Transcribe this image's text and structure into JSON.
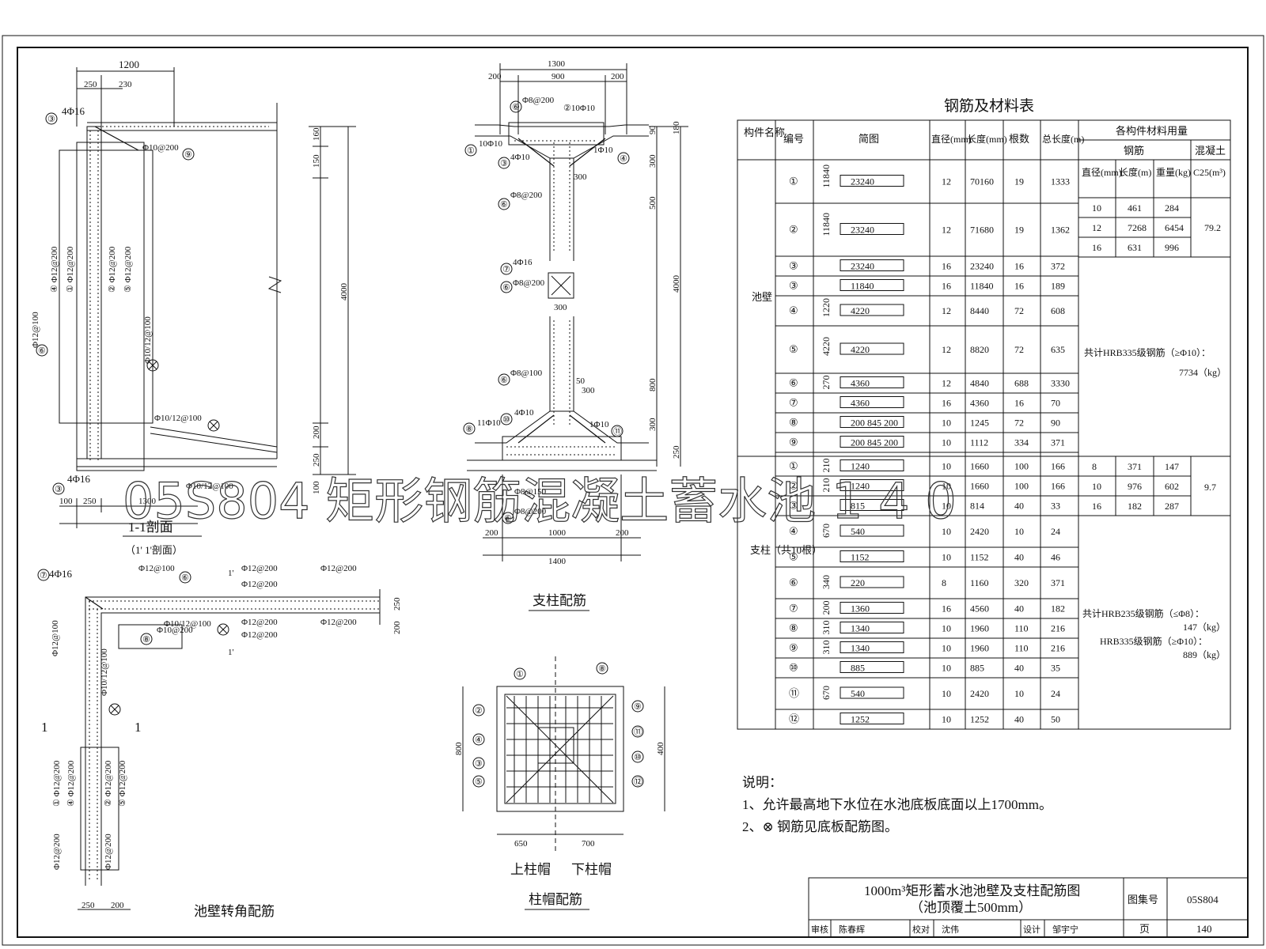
{
  "watermark": "05S804 矩形钢筋混凝土蓄水池 1 4 0",
  "section_1_1": {
    "title": "1-1剖面",
    "subtitle": "（1' 1'剖面）",
    "dims": {
      "top": "1200",
      "d250": "250",
      "d230": "230",
      "height": "4000",
      "d150": "150",
      "d160": "160",
      "d200": "200",
      "d250b": "250",
      "d100": "100",
      "bottom_250": "250",
      "bottom_1300": "1300",
      "d100b": "100"
    },
    "labels": {
      "bar_top": "4Φ16",
      "bar_bottom": "4Φ16",
      "phi10_200": "Φ10@200",
      "v1": "④ Φ12@200",
      "v2": "① Φ12@200",
      "v3": "② Φ12@200",
      "v4": "⑤ Φ12@200",
      "h6": "Φ12@100",
      "h10": "Φ10/12@100",
      "bot1": "Φ10/12@100",
      "bot2": "Φ10/12@100"
    },
    "markers": [
      "③",
      "⑨",
      "⑥",
      "③"
    ]
  },
  "corner": {
    "title": "池壁转角配筋",
    "section_mark": "1",
    "section_mark2": "1'",
    "labels": {
      "top_bar": "4Φ16",
      "a": "Φ12@100",
      "b": "Φ12@200",
      "c": "Φ12@200",
      "d": "Φ12@200",
      "e": "Φ10@200",
      "f": "Φ10/12@100",
      "g": "Φ12@200",
      "h": "Φ12@200",
      "i": "Φ12@200",
      "v1": "Φ12@100",
      "v2": "Φ10/12@100",
      "v3": "① Φ12@200",
      "v4": "④ Φ12@200",
      "v5": "② Φ12@200",
      "v6": "⑤ Φ12@200",
      "v7": "Φ12@200",
      "v8": "Φ12@200"
    },
    "dims": {
      "d250": "250",
      "d200": "200",
      "b250": "250",
      "b200": "200"
    }
  },
  "column": {
    "title": "支柱配筋",
    "dims": {
      "top": "1300",
      "d200a": "200",
      "d900": "900",
      "d200b": "200",
      "d300": "300",
      "d500": "500",
      "d300b": "300",
      "d4000": "4000",
      "d800": "800",
      "d300c": "300",
      "d250": "250",
      "d180": "180",
      "d90": "90",
      "bottom_200a": "200",
      "bottom_1000": "1000",
      "bottom_200b": "200",
      "bottom_1400": "1400",
      "d50": "50",
      "d300d": "300",
      "d300e": "300"
    },
    "labels": {
      "l1": "Φ8@200",
      "l2": "②10Φ10",
      "l3": "10Φ10",
      "l4": "4Φ10",
      "l5": "1Φ10",
      "l6": "Φ8@200",
      "l7": "4Φ16",
      "l8": "Φ8@200",
      "l9": "Φ8@100",
      "l10": "11Φ10",
      "l11": "4Φ10",
      "l12": "1Φ10",
      "l13": "Φ8@150",
      "l14": "Φ8@200"
    }
  },
  "cap": {
    "title": "柱帽配筋",
    "upper": "上柱帽",
    "lower": "下柱帽",
    "dims": {
      "left": "650",
      "right": "700",
      "h1": "800",
      "h2": "400"
    },
    "markers_left": [
      "②",
      "④",
      "③",
      "⑤"
    ],
    "markers_right": [
      "⑨",
      "⑪",
      "⑩",
      "⑫"
    ],
    "markers_top": [
      "①",
      "⑧"
    ]
  },
  "table": {
    "title": "钢筋及材料表",
    "headers": {
      "component": "构件名称",
      "no": "编号",
      "shape": "简图",
      "dia": "直径(mm)",
      "len": "长度(mm)",
      "count": "根数",
      "total": "总长度(m)",
      "materials": "各构件材料用量",
      "steel": "钢筋",
      "concrete": "混凝土",
      "sub_dia": "直径(mm)",
      "sub_len": "长度(m)",
      "sub_wt": "重量(kg)",
      "sub_c": "C25(m³)"
    },
    "group_wall": "池壁",
    "group_col": "支柱（共10根）",
    "wall_rows": [
      {
        "no": "①",
        "shape": "23240",
        "shape2": "11840",
        "dia": "12",
        "len": "70160",
        "count": "19",
        "total": "1333"
      },
      {
        "no": "②",
        "shape": "23240",
        "shape2": "11840",
        "dia": "12",
        "len": "71680",
        "count": "19",
        "total": "1362"
      },
      {
        "no": "③",
        "shape": "23240",
        "shape2": "",
        "dia": "16",
        "len": "23240",
        "count": "16",
        "total": "372"
      },
      {
        "no": "③",
        "shape": "11840",
        "shape2": "",
        "dia": "16",
        "len": "11840",
        "count": "16",
        "total": "189"
      },
      {
        "no": "④",
        "shape": "4220",
        "shape2": "1220",
        "dia": "12",
        "len": "8440",
        "count": "72",
        "total": "608"
      },
      {
        "no": "⑤",
        "shape": "4220",
        "shape2": "4220",
        "dia": "12",
        "len": "8820",
        "count": "72",
        "total": "635"
      },
      {
        "no": "⑥",
        "shape": "4360",
        "shape2": "270",
        "dia": "12",
        "len": "4840",
        "count": "688",
        "total": "3330"
      },
      {
        "no": "⑦",
        "shape": "4360",
        "shape2": "",
        "dia": "16",
        "len": "4360",
        "count": "16",
        "total": "70"
      },
      {
        "no": "⑧",
        "shape": "200  845  200",
        "shape2": "",
        "dia": "10",
        "len": "1245",
        "count": "72",
        "total": "90"
      },
      {
        "no": "⑨",
        "shape": "200  845  200",
        "shape2": "",
        "dia": "10",
        "len": "1112",
        "count": "334",
        "total": "371"
      }
    ],
    "col_rows": [
      {
        "no": "①",
        "shape": "1240",
        "shape2": "210",
        "dia": "10",
        "len": "1660",
        "count": "100",
        "total": "166"
      },
      {
        "no": "②",
        "shape": "1240",
        "shape2": "210",
        "dia": "10",
        "len": "1660",
        "count": "100",
        "total": "166"
      },
      {
        "no": "③",
        "shape": "815",
        "shape2": "",
        "dia": "10",
        "len": "814",
        "count": "40",
        "total": "33"
      },
      {
        "no": "④",
        "shape": "540",
        "shape2": "670",
        "dia": "10",
        "len": "2420",
        "count": "10",
        "total": "24"
      },
      {
        "no": "⑤",
        "shape": "1152",
        "shape2": "",
        "dia": "10",
        "len": "1152",
        "count": "40",
        "total": "46"
      },
      {
        "no": "⑥",
        "shape": "220",
        "shape2": "340",
        "dia": "8",
        "len": "1160",
        "count": "320",
        "total": "371"
      },
      {
        "no": "⑦",
        "shape": "1360",
        "shape2": "200",
        "dia": "16",
        "len": "4560",
        "count": "40",
        "total": "182"
      },
      {
        "no": "⑧",
        "shape": "1340",
        "shape2": "310",
        "dia": "10",
        "len": "1960",
        "count": "110",
        "total": "216"
      },
      {
        "no": "⑨",
        "shape": "1340",
        "shape2": "310",
        "dia": "10",
        "len": "1960",
        "count": "110",
        "total": "216"
      },
      {
        "no": "⑩",
        "shape": "885",
        "shape2": "",
        "dia": "10",
        "len": "885",
        "count": "40",
        "total": "35"
      },
      {
        "no": "⑪",
        "shape": "540",
        "shape2": "670",
        "dia": "10",
        "len": "2420",
        "count": "10",
        "total": "24"
      },
      {
        "no": "⑫",
        "shape": "1252",
        "shape2": "",
        "dia": "10",
        "len": "1252",
        "count": "40",
        "total": "50"
      }
    ],
    "wall_materials": [
      {
        "dia": "10",
        "len": "461",
        "wt": "284"
      },
      {
        "dia": "12",
        "len": "7268",
        "wt": "6454"
      },
      {
        "dia": "16",
        "len": "631",
        "wt": "996"
      }
    ],
    "wall_concrete": "79.2",
    "wall_total": "共计HRB335级钢筋（≥Φ10）：",
    "wall_total_val": "7734（kg）",
    "col_materials": [
      {
        "dia": "8",
        "len": "371",
        "wt": "147"
      },
      {
        "dia": "10",
        "len": "976",
        "wt": "602"
      },
      {
        "dia": "16",
        "len": "182",
        "wt": "287"
      }
    ],
    "col_concrete": "9.7",
    "col_total1": "共计HRB235级钢筋（≤Φ8）：",
    "col_total1_val": "147（kg）",
    "col_total2": "HRB335级钢筋（≥Φ10）：",
    "col_total2_val": "889（kg）"
  },
  "notes": {
    "title": "说明：",
    "items": [
      "1、允许最高地下水位在水池底板底面以上1700mm。",
      "2、⊗ 钢筋见底板配筋图。"
    ]
  },
  "title_block": {
    "title_line1": "1000m³矩形蓄水池池壁及支柱配筋图",
    "title_line2": "（池顶覆土500mm）",
    "atlas_label": "图集号",
    "atlas_no": "05S804",
    "page_label": "页",
    "page_no": "140",
    "review_label": "审核",
    "review_name": "陈春辉",
    "check_label": "校对",
    "check_name": "沈伟",
    "design_label": "设计",
    "design_name": "邹宇宁"
  }
}
